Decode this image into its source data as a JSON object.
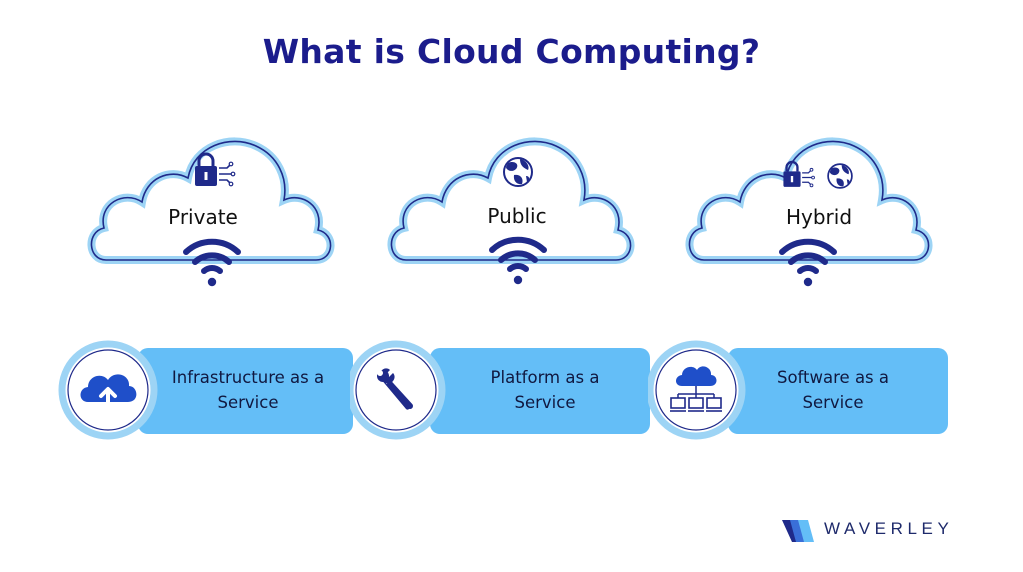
{
  "title": "What is Cloud Computing?",
  "clouds": [
    {
      "label": "Private",
      "icons": [
        "lock-circuit-icon"
      ]
    },
    {
      "label": "Public",
      "icons": [
        "globe-icon"
      ]
    },
    {
      "label": "Hybrid",
      "icons": [
        "lock-circuit-icon",
        "globe-icon"
      ]
    }
  ],
  "services": [
    {
      "line1": "Infrastructure as a",
      "line2": "Service",
      "icon": "cloud-upload-icon"
    },
    {
      "line1": "Platform as a",
      "line2": "Service",
      "icon": "wrench-icon"
    },
    {
      "line1": "Software as a",
      "line2": "Service",
      "icon": "cloud-network-icon"
    }
  ],
  "brand": {
    "name": "WAVERLEY"
  },
  "colors": {
    "title": "#1b1c8c",
    "accent": "#64bef7",
    "outline": "#1f2a8a"
  }
}
